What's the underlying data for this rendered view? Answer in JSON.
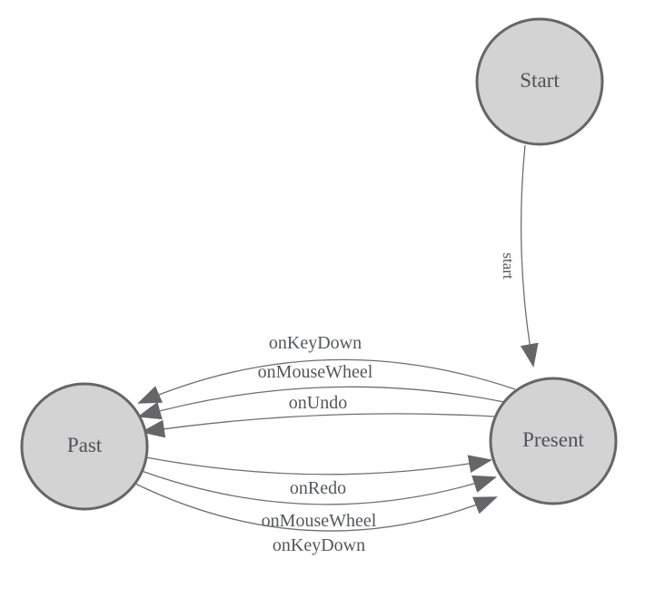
{
  "diagram": {
    "type": "state-machine",
    "background": "#ffffff",
    "colors": {
      "node_fill": "#d3d3d3",
      "node_border": "#666668",
      "edge_stroke": "#6e6e70",
      "arrowhead_fill": "#666668",
      "text": "#54565c"
    },
    "nodes": [
      {
        "id": "start",
        "label": "Start"
      },
      {
        "id": "past",
        "label": "Past"
      },
      {
        "id": "present",
        "label": "Present"
      }
    ],
    "edges": [
      {
        "from": "Start",
        "to": "Present",
        "label": "start"
      },
      {
        "from": "Present",
        "to": "Past",
        "label": "onKeyDown"
      },
      {
        "from": "Present",
        "to": "Past",
        "label": "onMouseWheel"
      },
      {
        "from": "Present",
        "to": "Past",
        "label": "onUndo"
      },
      {
        "from": "Past",
        "to": "Present",
        "label": "onRedo"
      },
      {
        "from": "Past",
        "to": "Present",
        "label": "onMouseWheel"
      },
      {
        "from": "Past",
        "to": "Present",
        "label": "onKeyDown"
      }
    ]
  }
}
